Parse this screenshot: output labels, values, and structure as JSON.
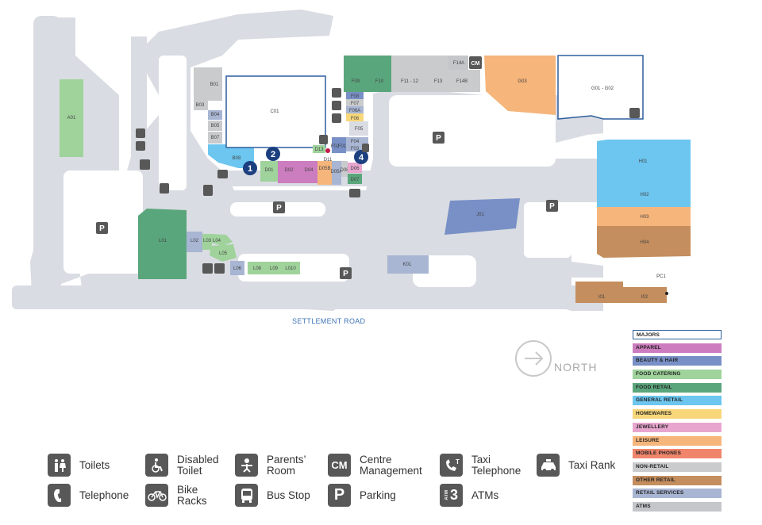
{
  "road_label": "SETTLEMENT ROAD",
  "north_label": "NORTH",
  "colors": {
    "road": "#d9dce2",
    "majors_border": "#2f5f9e",
    "apparel": "#cc7dbf",
    "beauty_hair": "#7890c6",
    "food_catering": "#9fd39b",
    "food_retail": "#5aa67c",
    "general_retail": "#6cc6ef",
    "homewares": "#f8d77a",
    "jewellery": "#e8a6cf",
    "leisure": "#f6b57b",
    "mobile_phones": "#f0856c",
    "non_retail": "#c9cbcd",
    "other_retail": "#c48e5e",
    "retail_services": "#a8b5d3",
    "atms": "#c4c6c9",
    "marker": "#1c3f7f"
  },
  "markers": [
    "1",
    "2",
    "4"
  ],
  "shops": {
    "a01": "A01",
    "b01": "B01",
    "b03": "B03",
    "b04": "B04",
    "b05": "B05",
    "b07": "B07",
    "b08": "B08",
    "c01": "C01",
    "d01": "D01",
    "d02": "D02",
    "d04": "D04",
    "d05b": "D05B",
    "d05a": "D05A",
    "d11": "D11",
    "d13": "D13",
    "d06": "D06",
    "d07": "D07",
    "d08": "D08",
    "f09": "F09",
    "f10": "F10",
    "f11_12": "F11 - 12",
    "f13": "F13",
    "f14a": "F14A",
    "f14b": "F14B",
    "f08": "F08",
    "f07": "F07",
    "f06a": "F06A",
    "f06": "F06",
    "f05": "F05",
    "f04": "F04",
    "f03": "F03",
    "f02": "F02",
    "f01": "F01",
    "g03": "G03",
    "g01_g02": "G01 - G02",
    "h01": "H01",
    "h02": "H02",
    "h03": "H03",
    "h04": "H04",
    "i01": "I01",
    "i02": "I02",
    "pc1": "PC1",
    "j01": "J01",
    "k01": "K01",
    "l01": "L01",
    "l02": "L02",
    "l03": "L03",
    "l04": "L04",
    "l05": "L05",
    "l06": "L06",
    "l08": "L08",
    "l09": "L09",
    "l010": "L010",
    "cm": "CM"
  },
  "legend": [
    {
      "label": "MAJORS",
      "color": "#ffffff",
      "outline": true
    },
    {
      "label": "APPAREL",
      "color": "#cc7dbf"
    },
    {
      "label": "BEAUTY & HAIR",
      "color": "#7890c6"
    },
    {
      "label": "FOOD CATERING",
      "color": "#9fd39b"
    },
    {
      "label": "FOOD RETAIL",
      "color": "#5aa67c"
    },
    {
      "label": "GENERAL RETAIL",
      "color": "#6cc6ef"
    },
    {
      "label": "HOMEWARES",
      "color": "#f8d77a"
    },
    {
      "label": "JEWELLERY",
      "color": "#e8a6cf"
    },
    {
      "label": "LEISURE",
      "color": "#f6b57b"
    },
    {
      "label": "MOBILE PHONES",
      "color": "#f0856c"
    },
    {
      "label": "NON-RETAIL",
      "color": "#c9cbcd"
    },
    {
      "label": "OTHER RETAIL",
      "color": "#c48e5e"
    },
    {
      "label": "RETAIL SERVICES",
      "color": "#a8b5d3"
    },
    {
      "label": "ATMS",
      "color": "#c4c6c9"
    }
  ],
  "key": {
    "toilets": "Toilets",
    "disabled_toilet_1": "Disabled",
    "disabled_toilet_2": "Toilet",
    "parents_room_1": "Parents’",
    "parents_room_2": "Room",
    "centre_mgmt_1": "Centre",
    "centre_mgmt_2": "Management",
    "taxi_phone_1": "Taxi",
    "taxi_phone_2": "Telephone",
    "taxi_rank": "Taxi Rank",
    "telephone": "Telephone",
    "bike_racks_1": "Bike",
    "bike_racks_2": "Racks",
    "bus_stop": "Bus Stop",
    "parking": "Parking",
    "atms": "ATMs",
    "cm_icon": "CM",
    "p_icon": "P",
    "atm_small": "ATM",
    "atm_num": "3"
  },
  "icons": [
    "toilets-icon",
    "disabled-toilet-icon",
    "parents-room-icon",
    "centre-management-icon",
    "taxi-telephone-icon",
    "taxi-rank-icon",
    "telephone-icon",
    "bike-racks-icon",
    "bus-stop-icon",
    "parking-icon",
    "atm-icon"
  ]
}
